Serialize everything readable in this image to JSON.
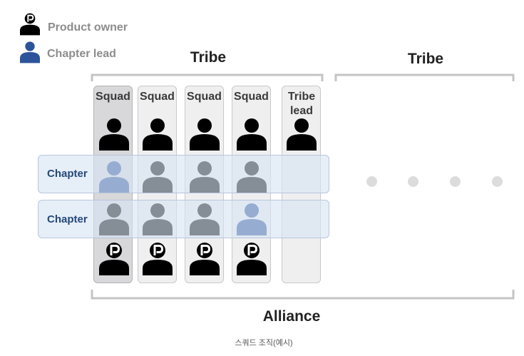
{
  "legend": {
    "product_owner_label": "Product owner",
    "chapter_lead_label": "Chapter lead"
  },
  "tribes": [
    "Tribe",
    "Tribe"
  ],
  "columns": [
    "Squad",
    "Squad",
    "Squad",
    "Squad",
    "Tribe lead"
  ],
  "chapters": [
    "Chapter",
    "Chapter"
  ],
  "alliance_label": "Alliance",
  "caption": "스쿼드 조직(예시)",
  "colors": {
    "member": "#000000",
    "chapter_lead": "#2d549a",
    "chapter_text": "#24497a",
    "legend_text": "#8c8c8c",
    "dot": "#dcdcdc"
  },
  "icons": {
    "member": "person-icon",
    "chapter_lead": "chapter-lead-icon",
    "product_owner": "product-owner-icon"
  }
}
